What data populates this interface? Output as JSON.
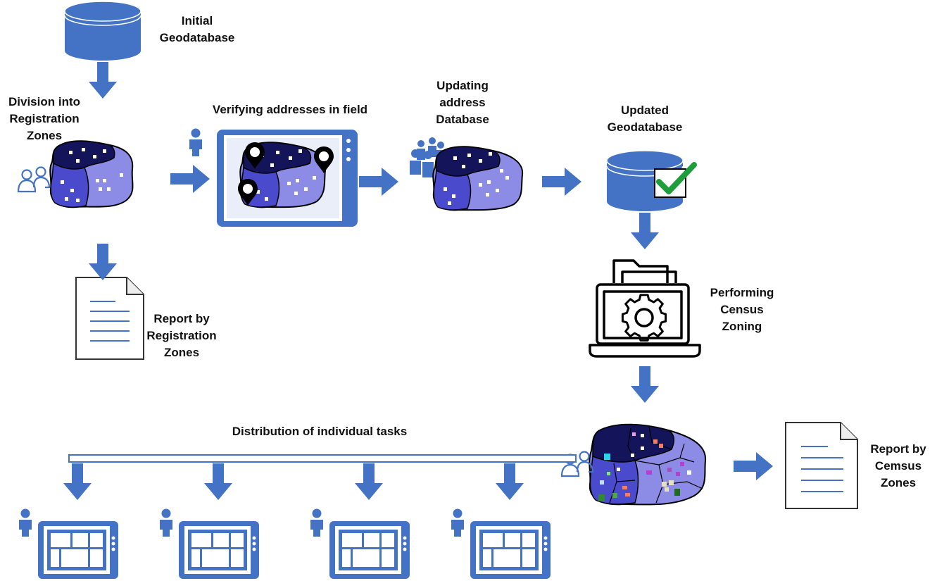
{
  "colors": {
    "arrow": "#4472C4",
    "db_fill": "#4472C4",
    "zone_dark": "#14145A",
    "zone_mid": "#4A4ACD",
    "zone_light": "#8C8CE6",
    "person": "#4472C4",
    "tablet": "#4472C4",
    "check": "#1E9E3A",
    "outline": "#000000"
  },
  "labels": {
    "initial_db": [
      "Initial",
      "Geodatabase"
    ],
    "division": [
      "Division into",
      "Registration",
      "Zones"
    ],
    "verifying": [
      "Verifying addresses in field"
    ],
    "updating": [
      "Updating",
      "address",
      "Database"
    ],
    "updated_db": [
      "Updated",
      "Geodatabase"
    ],
    "census": [
      "Performing",
      "Census",
      "Zoning"
    ],
    "report_reg": [
      "Report by",
      "Registration",
      "Zones"
    ],
    "distribution": [
      "Distribution of individual tasks"
    ],
    "report_census": [
      "Report by",
      "Cemsus",
      "Zones"
    ]
  },
  "icons": {
    "database": "database-icon",
    "check": "checkmark-icon",
    "map": "zone-map-icon",
    "tablet": "tablet-icon",
    "person": "person-icon",
    "group": "group-icon",
    "pin": "map-pin-icon",
    "document": "document-icon",
    "laptop": "laptop-folder-gear-icon"
  }
}
